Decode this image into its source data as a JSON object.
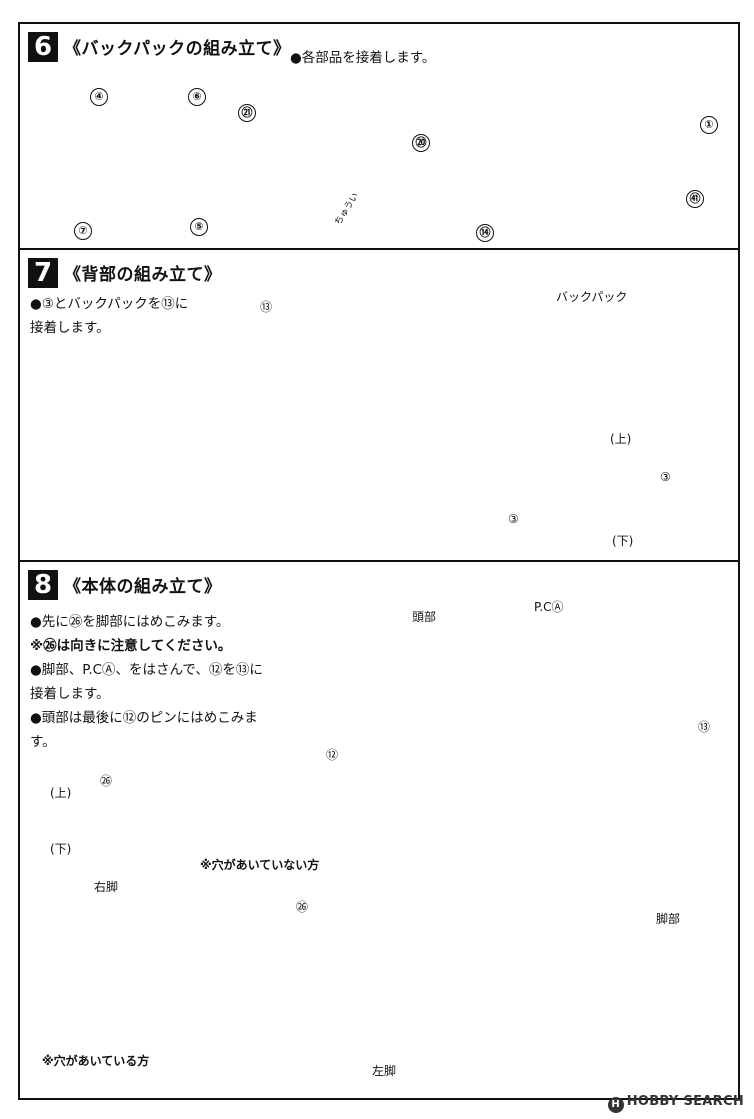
{
  "steps": [
    {
      "number": "6",
      "title": "《バックパックの組み立て》",
      "note": "●各部品を接着します。",
      "parts": [
        "④",
        "⑥",
        "⑦",
        "⑤",
        "㉑",
        "⑳",
        "①",
        "⑭",
        "㊶"
      ],
      "callout": "ちゅうい"
    },
    {
      "number": "7",
      "title": "《背部の組み立て》",
      "notes": [
        "●③とバックパックを⑬に",
        "接着します。"
      ],
      "labels": {
        "part13": "⑬",
        "backpack": "バックパック",
        "part3a": "③",
        "part3b": "③",
        "up": "(上)",
        "down": "(下)"
      }
    },
    {
      "number": "8",
      "title": "《本体の組み立て》",
      "notes": [
        "●先に㉖を脚部にはめこみます。",
        "※㉖は向きに注意してください。",
        "●脚部、P.CⒶ、をはさんで、⑫を⑬に",
        "接着します。",
        "●頭部は最後に⑫のピンにはめこみま",
        "す。"
      ],
      "labels": {
        "head": "頭部",
        "pc": "P.CⒶ",
        "part13": "⑬",
        "part12": "⑫",
        "part26a": "㉖",
        "up": "(上)",
        "down": "(下)",
        "no_hole": "※穴があいていない方",
        "part26b": "㉖",
        "right_leg": "右脚",
        "legs": "脚部",
        "hole": "※穴があいている方",
        "left_leg": "左脚"
      }
    }
  ],
  "footer": {
    "mark": "H",
    "text": "HOBBY SEARCH"
  }
}
